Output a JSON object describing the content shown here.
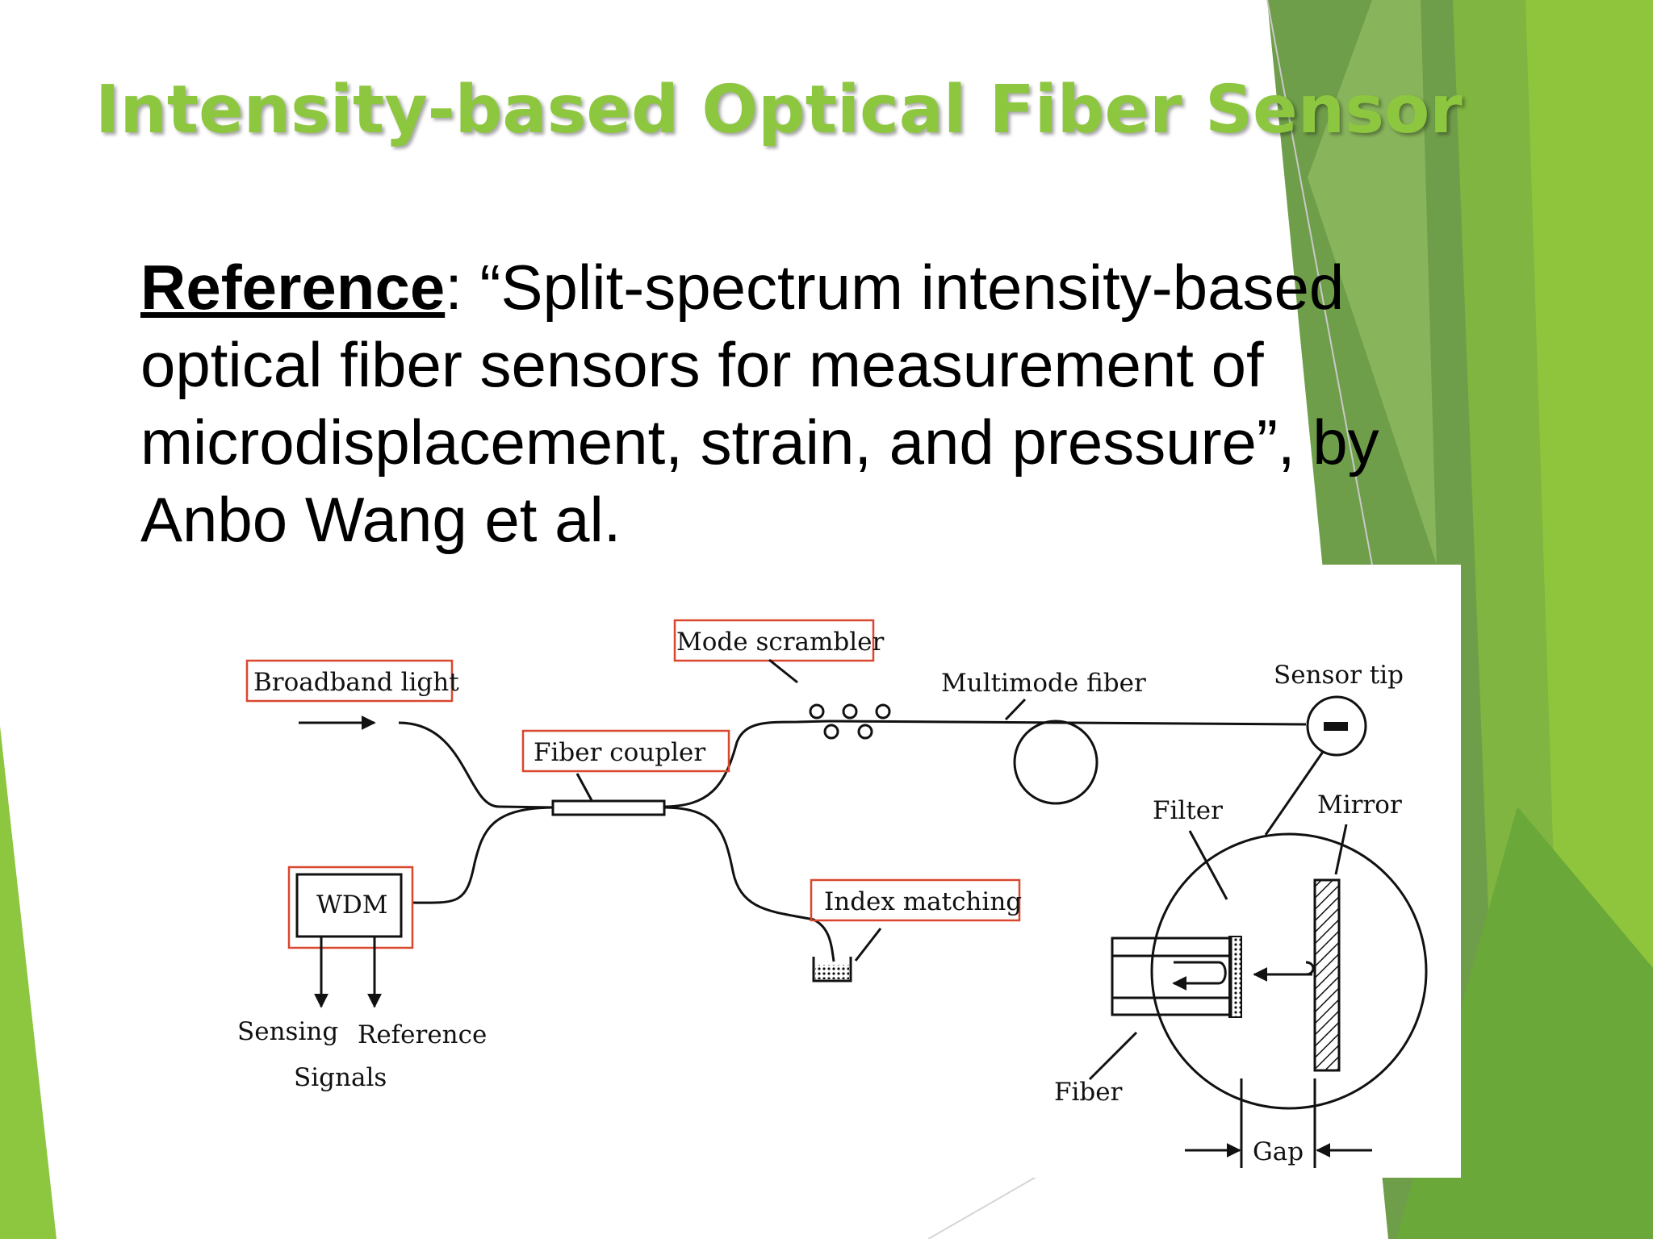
{
  "slide": {
    "title": "Intensity-based Optical Fiber Sensor",
    "reference": {
      "label": "Reference",
      "separator": ": ",
      "text": "“Split-spectrum intensity-based optical fiber sensors for measurement of microdisplacement, strain, and pressure”, by Anbo Wang et al."
    }
  },
  "diagram": {
    "labels": {
      "broadband_light": "Broadband light",
      "mode_scrambler": "Mode scrambler",
      "fiber_coupler": "Fiber coupler",
      "multimode_fiber": "Multimode fiber",
      "sensor_tip": "Sensor tip",
      "wdm": "WDM",
      "index_matching": "Index matching",
      "sensing": "Sensing",
      "reference": "Reference",
      "signals": "Signals",
      "filter": "Filter",
      "mirror": "Mirror",
      "fiber": "Fiber",
      "gap": "Gap"
    }
  },
  "theme": {
    "title_color": "#8dc63f",
    "accent_green": "#8dc63f",
    "dark_green": "#5a9a2e",
    "label_box_color": "#d9472f"
  }
}
